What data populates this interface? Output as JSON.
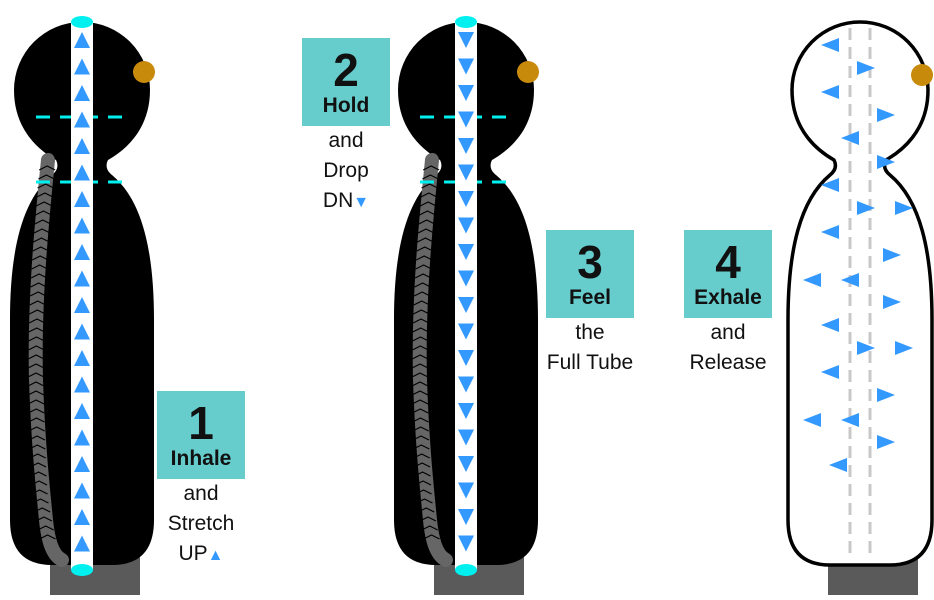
{
  "colors": {
    "accent": "#66cccc",
    "arrow": "#3399ff",
    "tube_cap": "#00f0f0",
    "head_dot": "#c88a0a",
    "spine": "#666666",
    "base": "#5a5a5a"
  },
  "steps": [
    {
      "number": "1",
      "title": "Inhale",
      "lines": [
        "and",
        "Stretch",
        "UP"
      ],
      "arrow": "▲"
    },
    {
      "number": "2",
      "title": "Hold",
      "lines": [
        "and",
        "Drop",
        "DN"
      ],
      "arrow": "▼"
    },
    {
      "number": "3",
      "title": "Feel",
      "lines": [
        "the",
        "Full Tube"
      ],
      "arrow": ""
    },
    {
      "number": "4",
      "title": "Exhale",
      "lines": [
        "and",
        "Release"
      ],
      "arrow": ""
    }
  ]
}
